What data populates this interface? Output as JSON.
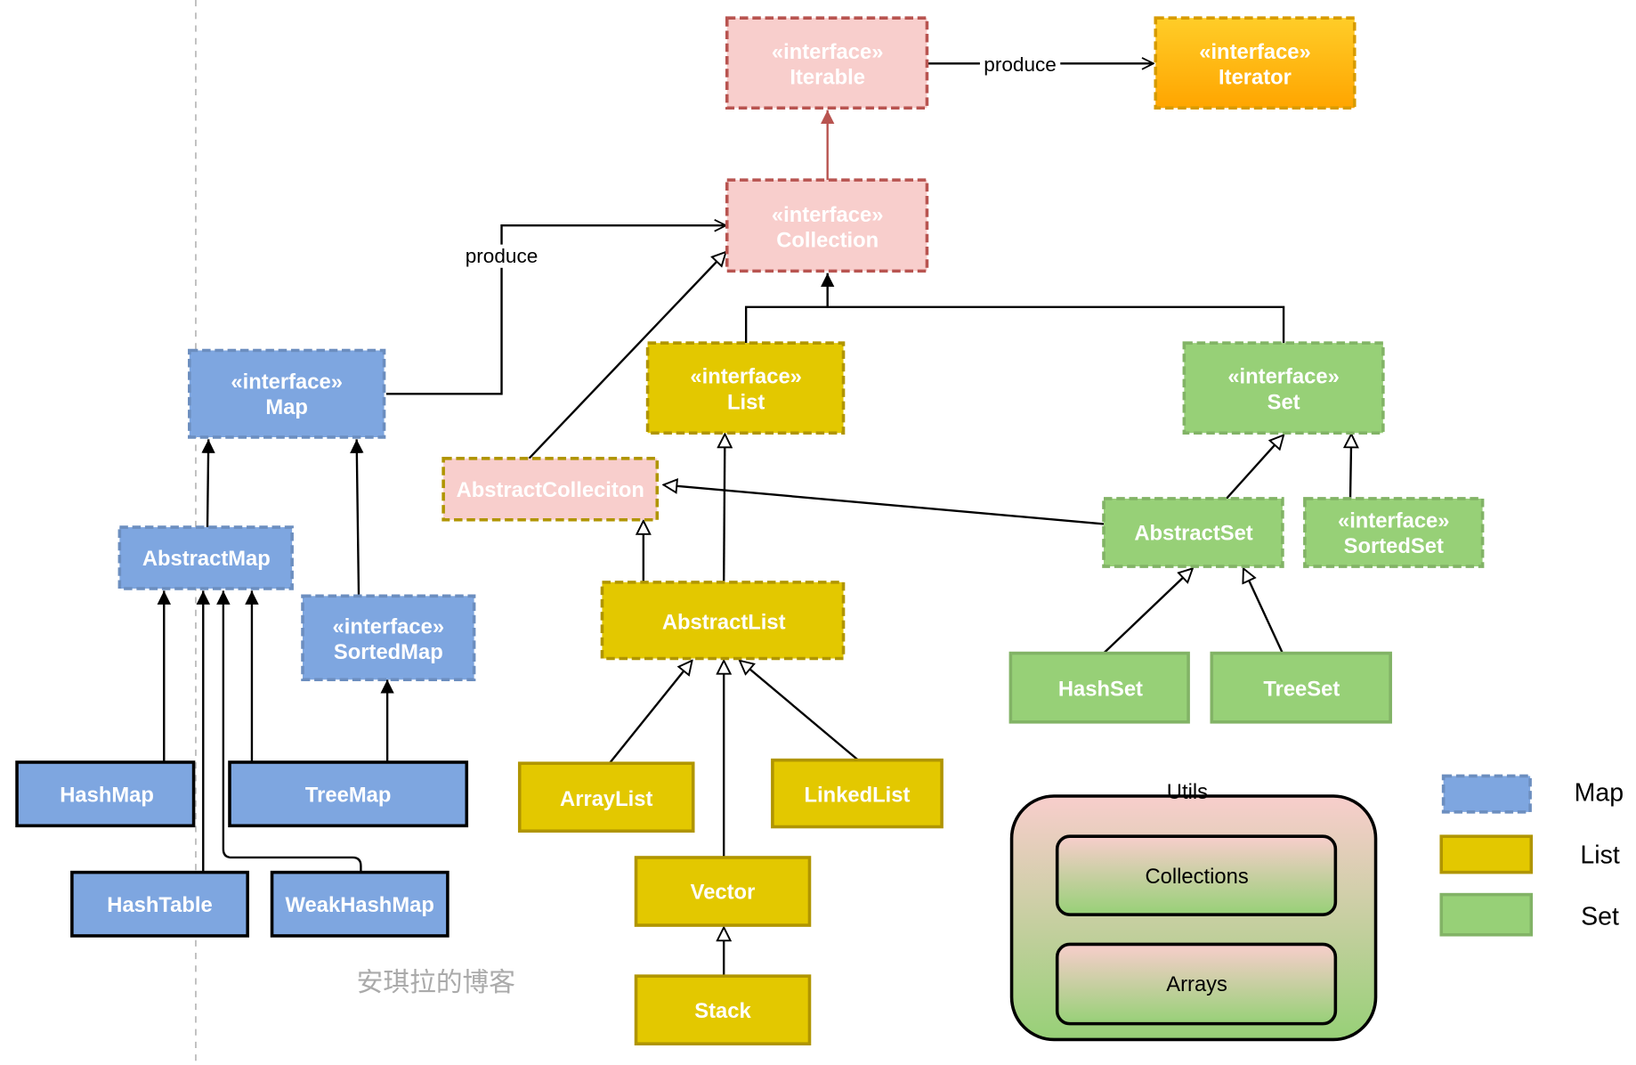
{
  "nodes": {
    "iterable": {
      "stereotype": "«interface»",
      "name": "Iterable"
    },
    "iterator": {
      "stereotype": "«interface»",
      "name": "Iterator"
    },
    "collection": {
      "stereotype": "«interface»",
      "name": "Collection"
    },
    "map": {
      "stereotype": "«interface»",
      "name": "Map"
    },
    "list": {
      "stereotype": "«interface»",
      "name": "List"
    },
    "set": {
      "stereotype": "«interface»",
      "name": "Set"
    },
    "abstract_collection": {
      "name": "AbstractColleciton"
    },
    "abstract_map": {
      "name": "AbstractMap"
    },
    "sorted_map": {
      "stereotype": "«interface»",
      "name": "SortedMap"
    },
    "abstract_list": {
      "name": "AbstractList"
    },
    "abstract_set": {
      "name": "AbstractSet"
    },
    "sorted_set": {
      "stereotype": "«interface»",
      "name": "SortedSet"
    },
    "hash_set": {
      "name": "HashSet"
    },
    "tree_set": {
      "name": "TreeSet"
    },
    "hash_map": {
      "name": "HashMap"
    },
    "tree_map": {
      "name": "TreeMap"
    },
    "hash_table": {
      "name": "HashTable"
    },
    "weak_hash_map": {
      "name": "WeakHashMap"
    },
    "array_list": {
      "name": "ArrayList"
    },
    "linked_list": {
      "name": "LinkedList"
    },
    "vector": {
      "name": "Vector"
    },
    "stack": {
      "name": "Stack"
    }
  },
  "edge_labels": {
    "iterable_iterator": "produce",
    "map_collection": "produce"
  },
  "utils": {
    "title": "Utils",
    "items": [
      "Collections",
      "Arrays"
    ]
  },
  "legend": [
    {
      "label": "Map"
    },
    {
      "label": "List"
    },
    {
      "label": "Set"
    }
  ],
  "colors": {
    "map": "#7ea6e0",
    "list": "#e3c800",
    "set": "#97d077",
    "collection": "#f8cecc",
    "iterator_top": "#ffcd28",
    "iterator_bottom": "#ffa500"
  },
  "watermark": "安琪拉的博客"
}
